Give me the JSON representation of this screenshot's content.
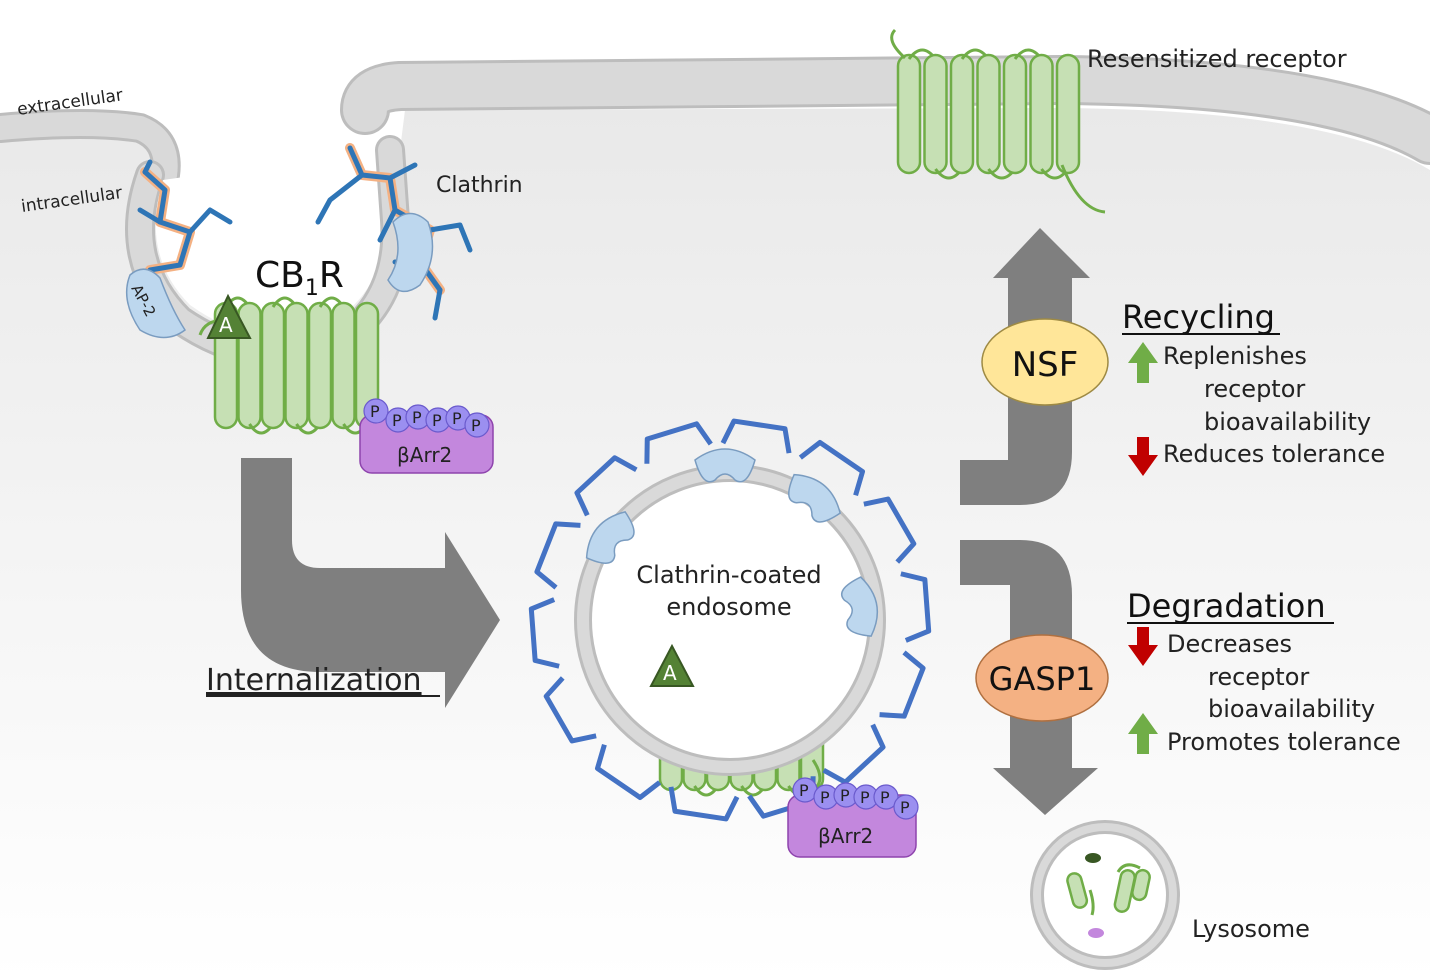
{
  "labels": {
    "extracellular": "extracellular",
    "intracellular": "intracellular",
    "clathrin": "Clathrin",
    "receptor": "CB",
    "receptor_sub": "1",
    "receptor_suffix": "R",
    "ap2": "AP-2",
    "agonist": "A",
    "phospho": "P",
    "barr2": "βArr2",
    "internalization": "Internalization",
    "endosome_line1": "Clathrin-coated",
    "endosome_line2": "endosome",
    "resensitized": "Resensitized receptor",
    "lysosome": "Lysosome"
  },
  "recycling": {
    "heading": "Recycling",
    "enzyme": "NSF",
    "effect1_line1": "Replenishes",
    "effect1_line2": "receptor",
    "effect1_line3": "bioavailability",
    "effect2": "Reduces tolerance"
  },
  "degradation": {
    "heading": "Degradation",
    "enzyme": "GASP1",
    "effect1_line1": "Decreases",
    "effect1_line2": "receptor",
    "effect1_line3": "bioavailability",
    "effect2": "Promotes tolerance"
  },
  "colors": {
    "membrane": "#cfcfcf",
    "receptor_fill": "#c6e0b4",
    "receptor_stroke": "#70ad47",
    "agonist": "#548235",
    "barr2": "#c387dd",
    "phospho": "#9b8ff0",
    "clathrin_blue": "#2e75b6",
    "clathrin_orange": "#f4b183",
    "adaptor": "#bdd7ee",
    "arrow": "#7f7f7f",
    "nsf": "#ffe699",
    "gasp1": "#f4b183",
    "up": "#70ad47",
    "down": "#c00000"
  }
}
